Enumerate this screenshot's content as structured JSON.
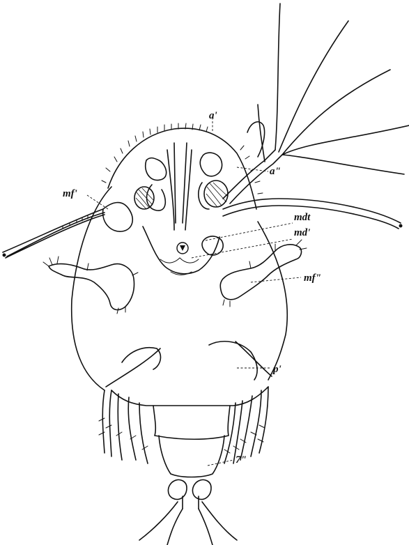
{
  "labels": {
    "a1": "a'",
    "a2": "a\"",
    "mf1": "mf'",
    "mdt": "mdt",
    "md": "md'",
    "mf2": "mf\"",
    "p1": "p'",
    "p2": "7\""
  }
}
